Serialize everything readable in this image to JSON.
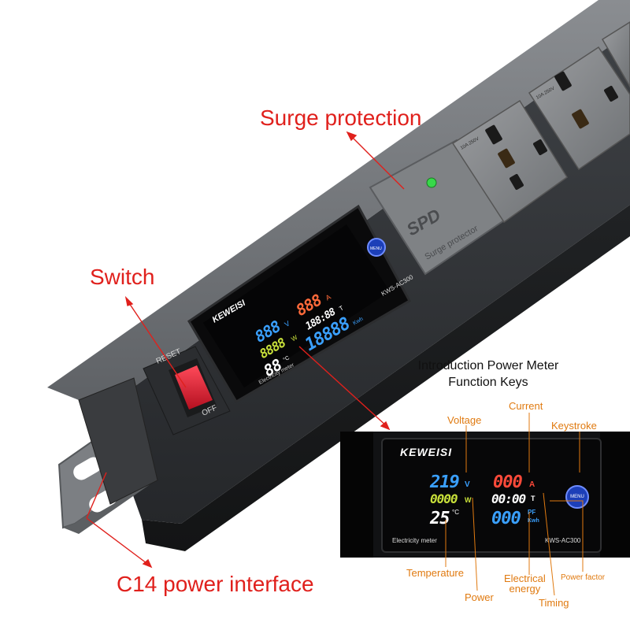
{
  "callouts": {
    "surge": "Surge protection",
    "switch": "Switch",
    "c14": "C14 power interface"
  },
  "device": {
    "brand": "KEWEISI",
    "model": "KWS-AC300",
    "meter_name": "Electricity meter",
    "menu": "MENU",
    "spd_logo": "SPD",
    "spd_sub": "Surge protector",
    "reset": "RESET",
    "off": "OFF",
    "socket_rating": "10A 250V",
    "display": {
      "volt": "888",
      "volt_unit": "V",
      "amp": "888",
      "amp_unit": "A",
      "watt": "8888",
      "watt_unit": "W",
      "time": "188:88",
      "time_unit": "T",
      "energy": "18888",
      "energy_unit": "Kwh",
      "temp": "88",
      "temp_unit": "°C"
    }
  },
  "inset": {
    "title_line1": "Introduction Power Meter",
    "title_line2": "Function Keys",
    "brand": "KEWEISI",
    "model": "KWS-AC300",
    "meter_name": "Electricity meter",
    "menu": "MENU",
    "display": {
      "volt": "219",
      "volt_unit": "V",
      "amp": "000",
      "amp_unit": "A",
      "watt": "0000",
      "watt_unit": "W",
      "time": "00:00",
      "time_unit": "T",
      "temp": "25",
      "temp_unit": "°C",
      "energy": "000",
      "energy_unit": "Kwh",
      "pf_unit": "PF"
    },
    "labels": {
      "voltage": "Voltage",
      "current": "Current",
      "keystroke": "Keystroke",
      "temperature": "Temperature",
      "power": "Power",
      "electrical_energy_1": "Electrical",
      "electrical_energy_2": "energy",
      "timing": "Timing",
      "power_factor": "Power factor"
    }
  },
  "colors": {
    "callout": "#e0201c",
    "label": "#e07a10",
    "volt": "#3aa0ff",
    "amp": "#ff5030",
    "watt": "#c8e03a",
    "energy": "#3aa0ff",
    "time": "#ffffff",
    "temp": "#ffffff"
  }
}
